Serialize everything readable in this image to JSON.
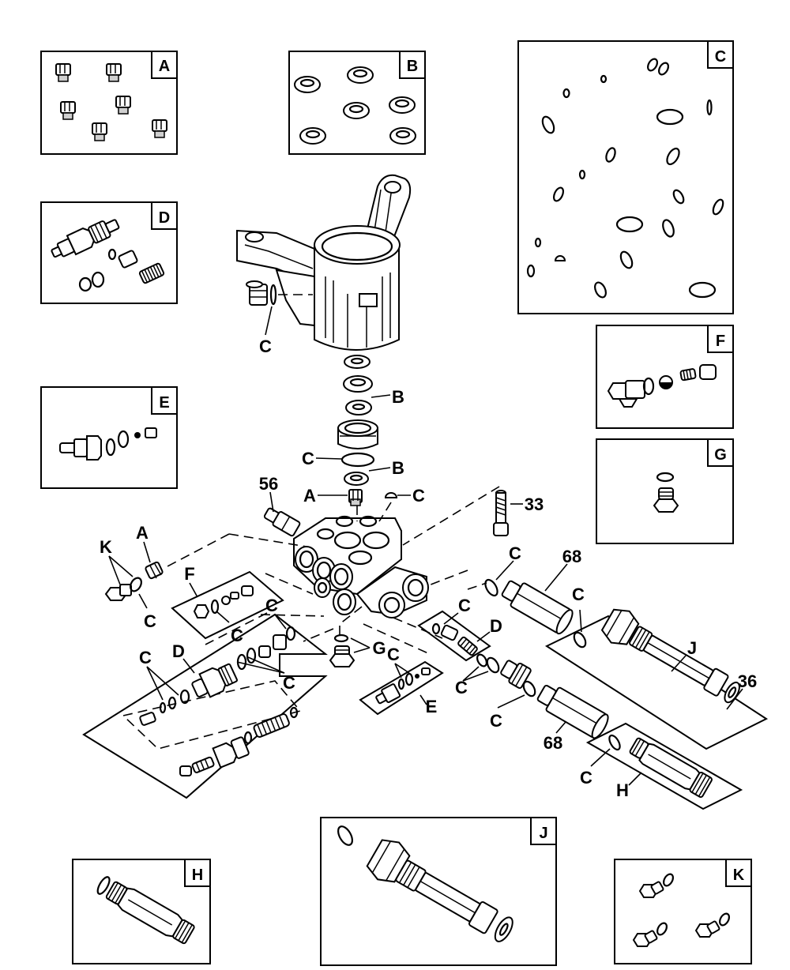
{
  "insets": {
    "a": "A",
    "b": "B",
    "c": "C",
    "d": "D",
    "e": "E",
    "f": "F",
    "g": "G",
    "h": "H",
    "j": "J",
    "k": "K"
  },
  "callouts": {
    "c_pump_body": "C",
    "b_upper": "B",
    "c_mid": "C",
    "b_lower": "B",
    "a_valve": "A",
    "c_plug": "C",
    "n56": "56",
    "n33": "33",
    "a_left": "A",
    "k_left": "K",
    "c_left": "C",
    "f_left": "F",
    "c_f": "C",
    "c_upper_d": "C",
    "d_left": "D",
    "c_d_a": "C",
    "c_d_b": "C",
    "g_center": "G",
    "c_e": "C",
    "e_center": "E",
    "c_d_right": "C",
    "d_right": "D",
    "c_68_top": "C",
    "n68_top": "68",
    "c_j": "C",
    "j_right": "J",
    "n36": "36",
    "c_bottom_pair": "C",
    "c_68_bottom": "C",
    "n68_bottom": "68",
    "c_h": "C",
    "h_right": "H"
  }
}
